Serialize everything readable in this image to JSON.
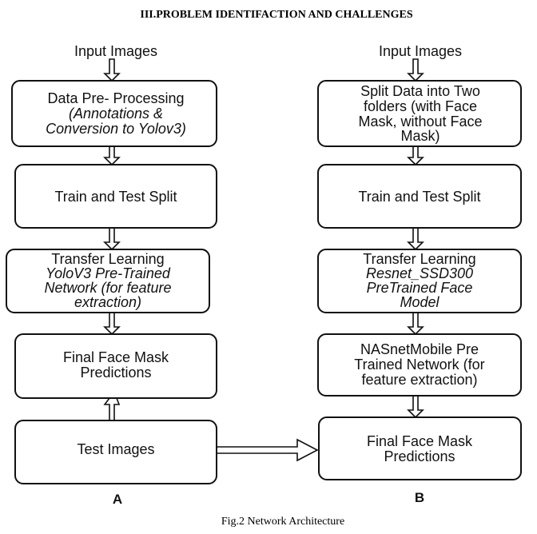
{
  "heading": "III.PROBLEM IDENTIFACTION AND CHALLENGES",
  "caption": "Fig.2 Network Architecture",
  "colors": {
    "stroke": "#111111",
    "background": "#ffffff"
  },
  "flow_a": {
    "letter": "A",
    "input": "Input Images",
    "step1": {
      "line1": "Data Pre- Processing",
      "line2": "(Annotations &",
      "line3": "Conversion to Yolov3)"
    },
    "step2": {
      "line1": "Train and Test Split"
    },
    "step3": {
      "line1": "Transfer Learning",
      "line2": "YoloV3 Pre-Trained",
      "line3": "Network (for feature",
      "line4": "extraction)"
    },
    "step4": {
      "line1": "Final Face Mask",
      "line2": "Predictions"
    },
    "step5": {
      "line1": "Test Images"
    }
  },
  "flow_b": {
    "letter": "B",
    "input": "Input Images",
    "step1": {
      "line1": "Split Data into Two",
      "line2": "folders (with Face",
      "line3": "Mask, without Face",
      "line4": "Mask)"
    },
    "step2": {
      "line1": "Train and Test Split"
    },
    "step3": {
      "line1": "Transfer Learning",
      "line2": "Resnet_SSD300",
      "line3": "PreTrained Face",
      "line4": "Model"
    },
    "step4": {
      "line1": "NASnetMobile Pre",
      "line2": "Trained Network (for",
      "line3": "feature extraction)"
    },
    "step5": {
      "line1": "Final Face Mask",
      "line2": "Predictions"
    }
  }
}
